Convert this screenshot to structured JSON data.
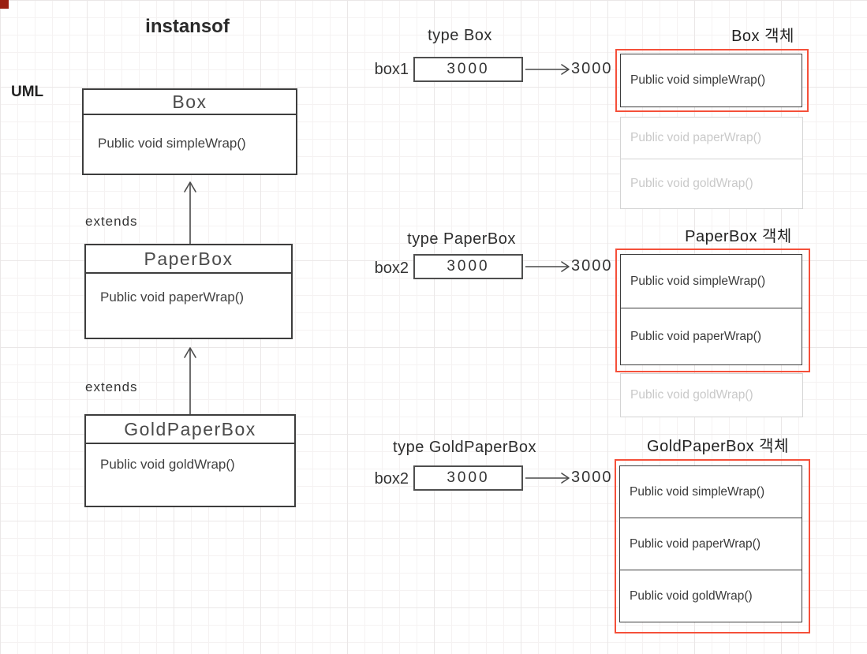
{
  "page": {
    "title": "instansof",
    "uml_label": "UML",
    "extends_label": "extends"
  },
  "uml_classes": [
    {
      "name": "Box",
      "method": "Public void simpleWrap()"
    },
    {
      "name": "PaperBox",
      "method": "Public void paperWrap()"
    },
    {
      "name": "GoldPaperBox",
      "method": "Public void goldWrap()"
    }
  ],
  "memory_rows": [
    {
      "type_label": "type Box",
      "variable": "box1",
      "value": "3000",
      "pointer_value": "3000",
      "object_title": "Box 객체",
      "methods": [
        {
          "label": "Public void simpleWrap()",
          "accessible": true
        },
        {
          "label": "Public void paperWrap()",
          "accessible": false
        },
        {
          "label": "Public void goldWrap()",
          "accessible": false
        }
      ]
    },
    {
      "type_label": "type PaperBox",
      "variable": "box2",
      "value": "3000",
      "pointer_value": "3000",
      "object_title": "PaperBox 객체",
      "methods": [
        {
          "label": "Public void simpleWrap()",
          "accessible": true
        },
        {
          "label": "Public void paperWrap()",
          "accessible": true
        },
        {
          "label": "Public void goldWrap()",
          "accessible": false
        }
      ]
    },
    {
      "type_label": "type GoldPaperBox",
      "variable": "box2",
      "value": "3000",
      "pointer_value": "3000",
      "object_title": "GoldPaperBox 객체",
      "methods": [
        {
          "label": "Public void simpleWrap()",
          "accessible": true
        },
        {
          "label": "Public void paperWrap()",
          "accessible": true
        },
        {
          "label": "Public void goldWrap()",
          "accessible": true
        }
      ]
    }
  ],
  "colors": {
    "highlight_red": "#f5503a",
    "stroke_dark": "#3d3d3d",
    "inactive_gray": "#c9c9c9",
    "corner_marker": "#9b2012",
    "grid": "#f2efef"
  }
}
